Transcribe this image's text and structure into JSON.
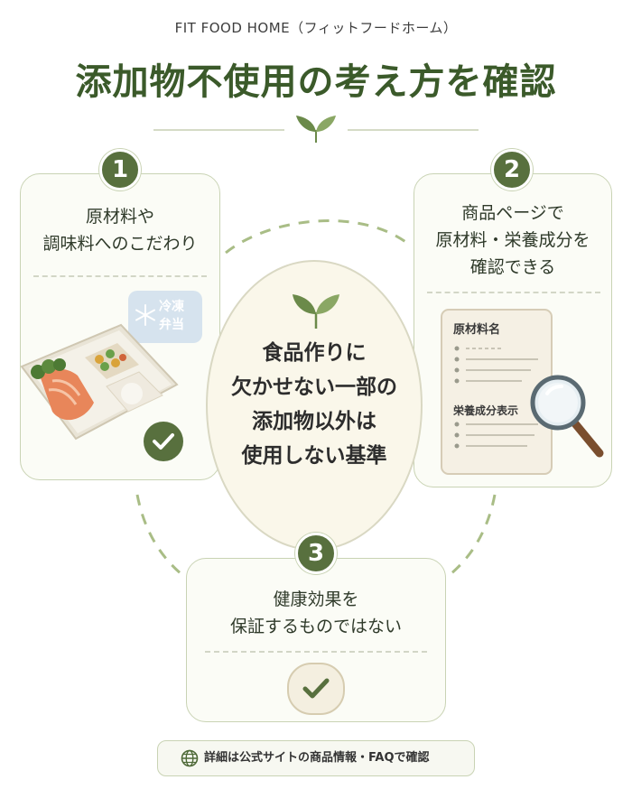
{
  "brand": "FIT FOOD HOME（フィットフードホーム）",
  "title": "添加物不使用の考え方を確認",
  "colors": {
    "accent_green": "#58703e",
    "title_green": "#3b5a2a",
    "card_border": "#c9d3b4",
    "center_bg": "#faf7ea"
  },
  "center": {
    "lines": [
      "食品作りに",
      "欠かせない一部の",
      "添加物以外は",
      "使用しない基準"
    ]
  },
  "point1": {
    "number": "1",
    "lines": [
      "原材料や",
      "調味料へのこだわり"
    ],
    "frozen_label_lines": [
      "冷凍",
      "弁当"
    ],
    "icons": [
      "snowflake-icon",
      "bento-illustration",
      "check-icon"
    ]
  },
  "point2": {
    "number": "2",
    "lines": [
      "商品ページで",
      "原材料・栄養成分を",
      "確認できる"
    ],
    "doc_heading_1": "原材料名",
    "doc_heading_2": "栄養成分表示",
    "icons": [
      "document-illustration",
      "magnifier-icon"
    ]
  },
  "point3": {
    "number": "3",
    "lines": [
      "健康効果を",
      "保証するものではない"
    ],
    "icons": [
      "check-icon"
    ]
  },
  "footer": {
    "text": "詳細は公式サイトの商品情報・FAQで確認",
    "icon": "globe-icon"
  }
}
